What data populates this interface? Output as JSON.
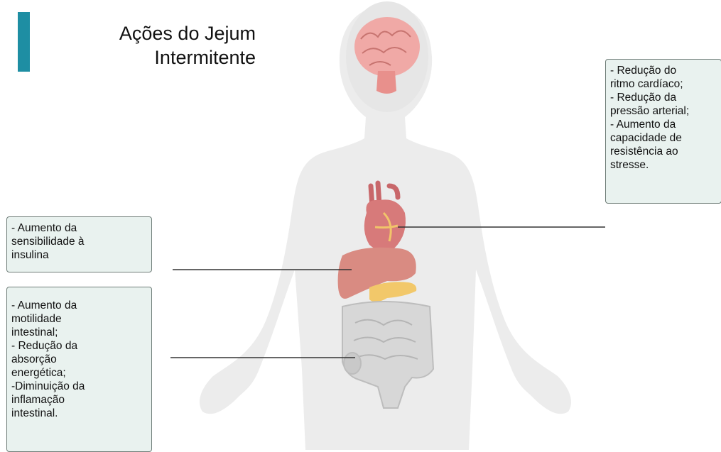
{
  "title": {
    "line1": "Ações do Jejum",
    "line2": "Intermitente"
  },
  "colors": {
    "accent": "#1e8ea3",
    "callout_fill": "#e9f2ef",
    "callout_border": "#6f7d78",
    "body_silhouette": "#ececec",
    "brain": "#f0a9a6",
    "heart": "#d77a7a",
    "liver": "#d98b82",
    "pancreas": "#f2c86a",
    "intestine": "#d7d7d7"
  },
  "callouts": {
    "heart": {
      "lines": [
        "- Redução do",
        "ritmo cardíaco;",
        "- Redução da",
        "pressão arterial;",
        "- Aumento da",
        "capacidade de",
        "resistência ao",
        "stresse."
      ]
    },
    "liver": {
      "lines": [
        "- Aumento da",
        "sensibilidade à",
        "insulina"
      ]
    },
    "intestine": {
      "lines": [
        "- Aumento da",
        "motilidade",
        "intestinal;",
        "- Redução da",
        "absorção",
        "energética;",
        "-Diminuição da",
        "inflamação",
        "intestinal."
      ]
    }
  }
}
